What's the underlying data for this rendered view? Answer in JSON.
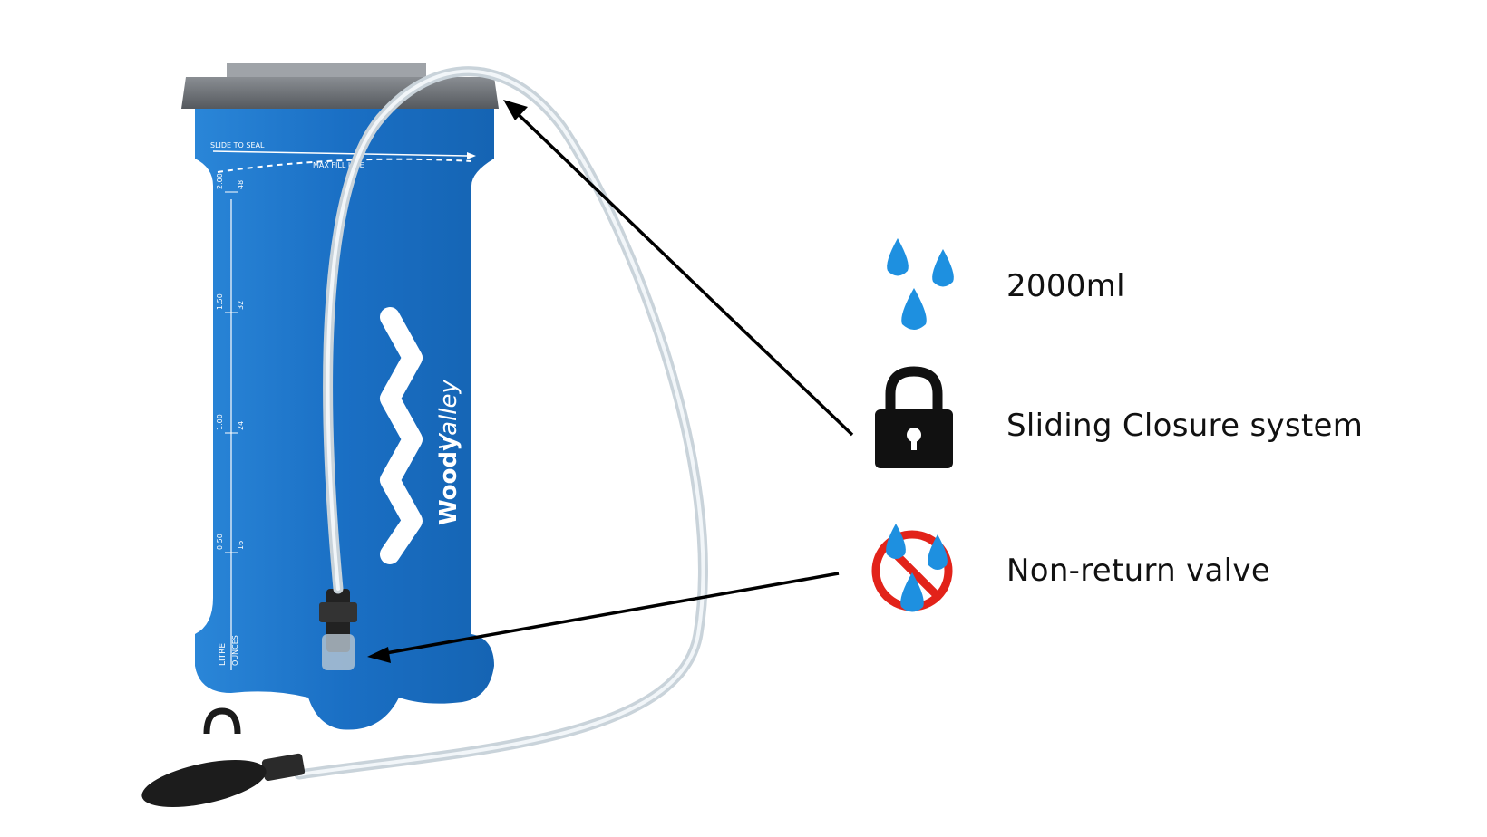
{
  "product": {
    "brand_word_1": "Woody",
    "brand_word_2": "Valley",
    "slide_to_seal": "SLIDE TO SEAL",
    "max_fill_line": "MAX FILL LINE",
    "scale_unit_litre": "LITRE",
    "scale_unit_ounces": "OUNCES",
    "scale_ticks": [
      {
        "litre": "2.00",
        "ounces": "48"
      },
      {
        "litre": "1.50",
        "ounces": "32"
      },
      {
        "litre": "1.00",
        "ounces": "24"
      },
      {
        "litre": "0.50",
        "ounces": "16"
      }
    ],
    "colors": {
      "bladder": "#1a6fc4",
      "bladder_light": "#2f8ee0",
      "slider": "#6b6f74",
      "valve": "#222222",
      "tube": "#c9d3da"
    }
  },
  "features": [
    {
      "icon": "water-drops-icon",
      "label": "2000ml",
      "icon_color": "#1e90e0"
    },
    {
      "icon": "padlock-icon",
      "label": "Sliding Closure system",
      "icon_color": "#111111"
    },
    {
      "icon": "no-backflow-icon",
      "label": "Non-return valve",
      "icon_color": "#e2231a"
    }
  ]
}
